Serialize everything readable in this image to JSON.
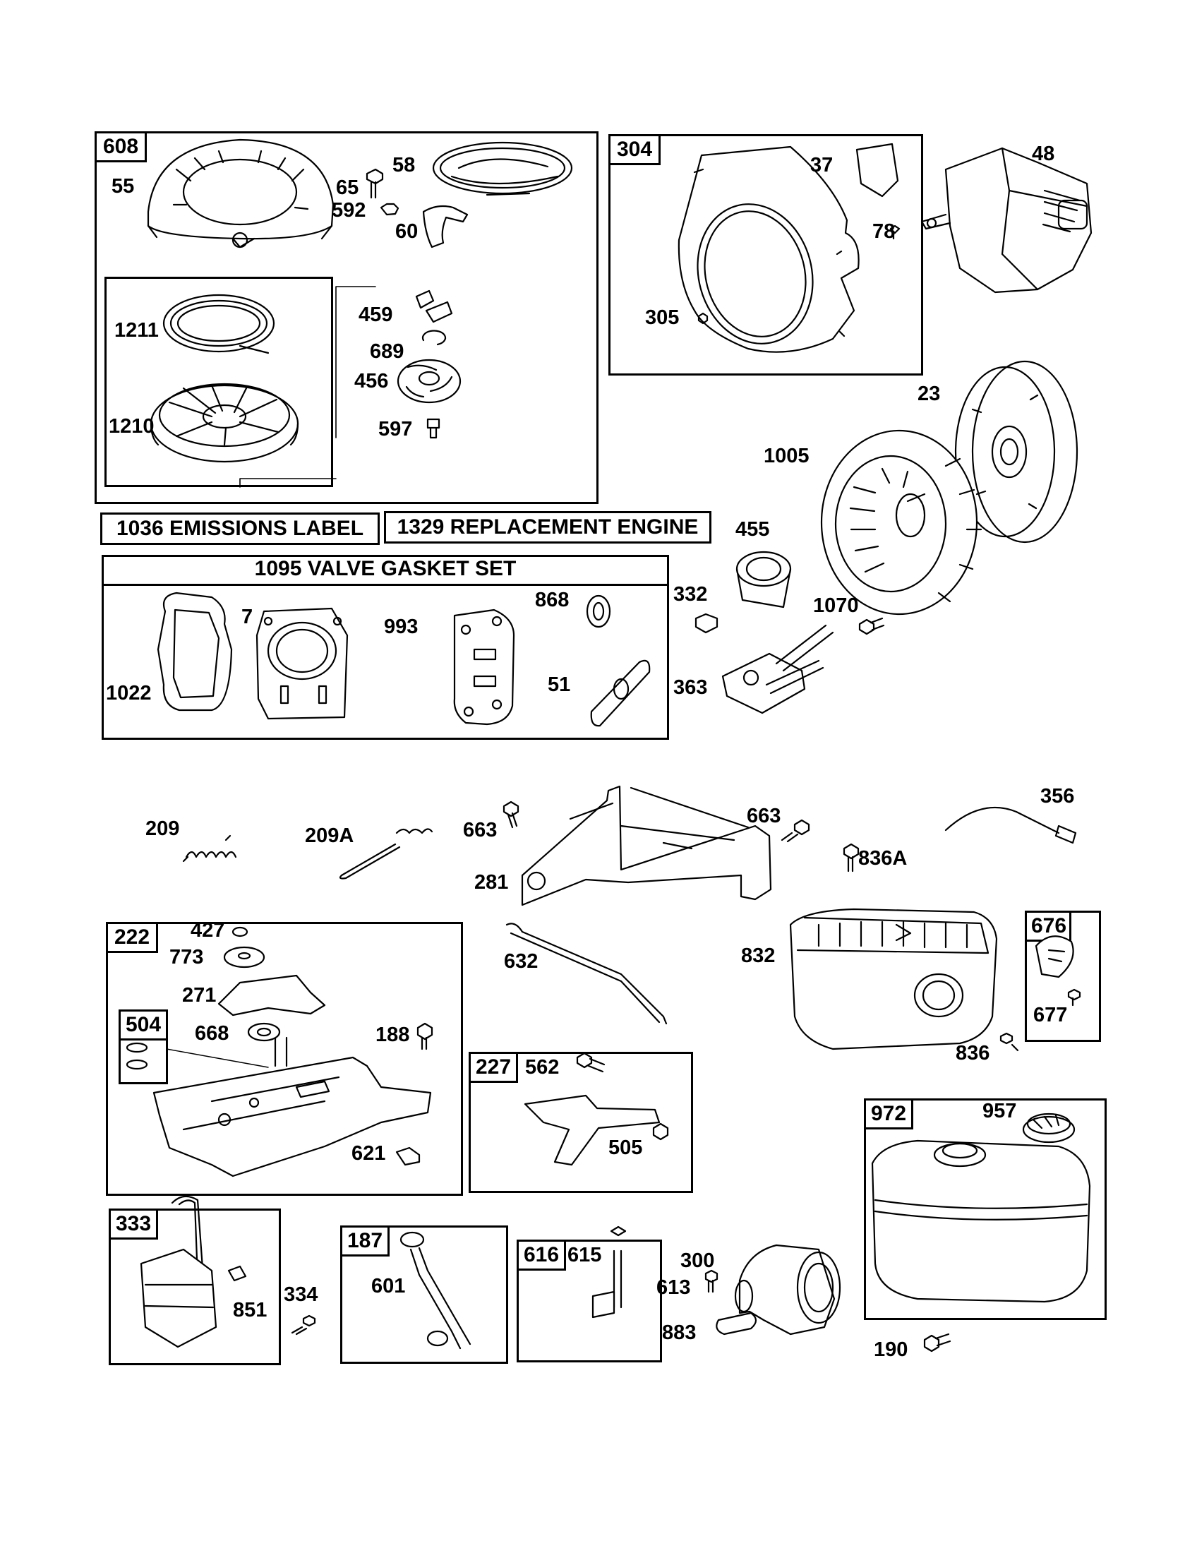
{
  "groups": [
    {
      "id": "608"
    },
    {
      "id": "304"
    },
    {
      "id": "222"
    },
    {
      "id": "504"
    },
    {
      "id": "227"
    },
    {
      "id": "676"
    },
    {
      "id": "972"
    },
    {
      "id": "333"
    },
    {
      "id": "187"
    },
    {
      "id": "616"
    }
  ],
  "banners": {
    "emissions_label": "1036 EMISSIONS LABEL",
    "replacement_engine": "1329 REPLACEMENT ENGINE",
    "valve_gasket_set": "1095 VALVE GASKET SET"
  },
  "part_numbers": [
    "55",
    "65",
    "58",
    "592",
    "60",
    "1211",
    "1210",
    "459",
    "689",
    "456",
    "597",
    "37",
    "48",
    "78",
    "305",
    "23",
    "1005",
    "455",
    "332",
    "1070",
    "363",
    "7",
    "1022",
    "993",
    "868",
    "51",
    "209",
    "209A",
    "663",
    "281",
    "663",
    "356",
    "836A",
    "632",
    "427",
    "773",
    "271",
    "668",
    "188",
    "621",
    "832",
    "677",
    "836",
    "562",
    "505",
    "957",
    "300",
    "613",
    "883",
    "190",
    "851",
    "334",
    "601",
    "615"
  ]
}
